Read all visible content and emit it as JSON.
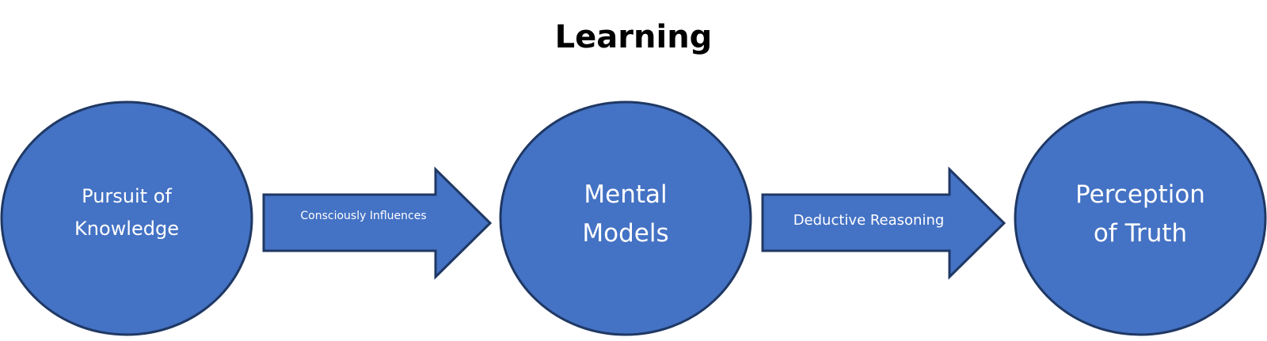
{
  "title": "Learning",
  "colors": {
    "node_fill": "#4472C4",
    "node_stroke": "#1F3864",
    "text": "#FFFFFF",
    "title": "#000000"
  },
  "nodes": [
    {
      "id": "pursuit",
      "lines": [
        "Pursuit of",
        "Knowledge"
      ]
    },
    {
      "id": "mental",
      "lines": [
        "Mental",
        "Models"
      ]
    },
    {
      "id": "perception",
      "lines": [
        "Perception",
        "of Truth"
      ]
    }
  ],
  "edges": [
    {
      "from": "pursuit",
      "to": "mental",
      "label": "Consciously Influences"
    },
    {
      "from": "mental",
      "to": "perception",
      "label": "Deductive Reasoning"
    }
  ]
}
